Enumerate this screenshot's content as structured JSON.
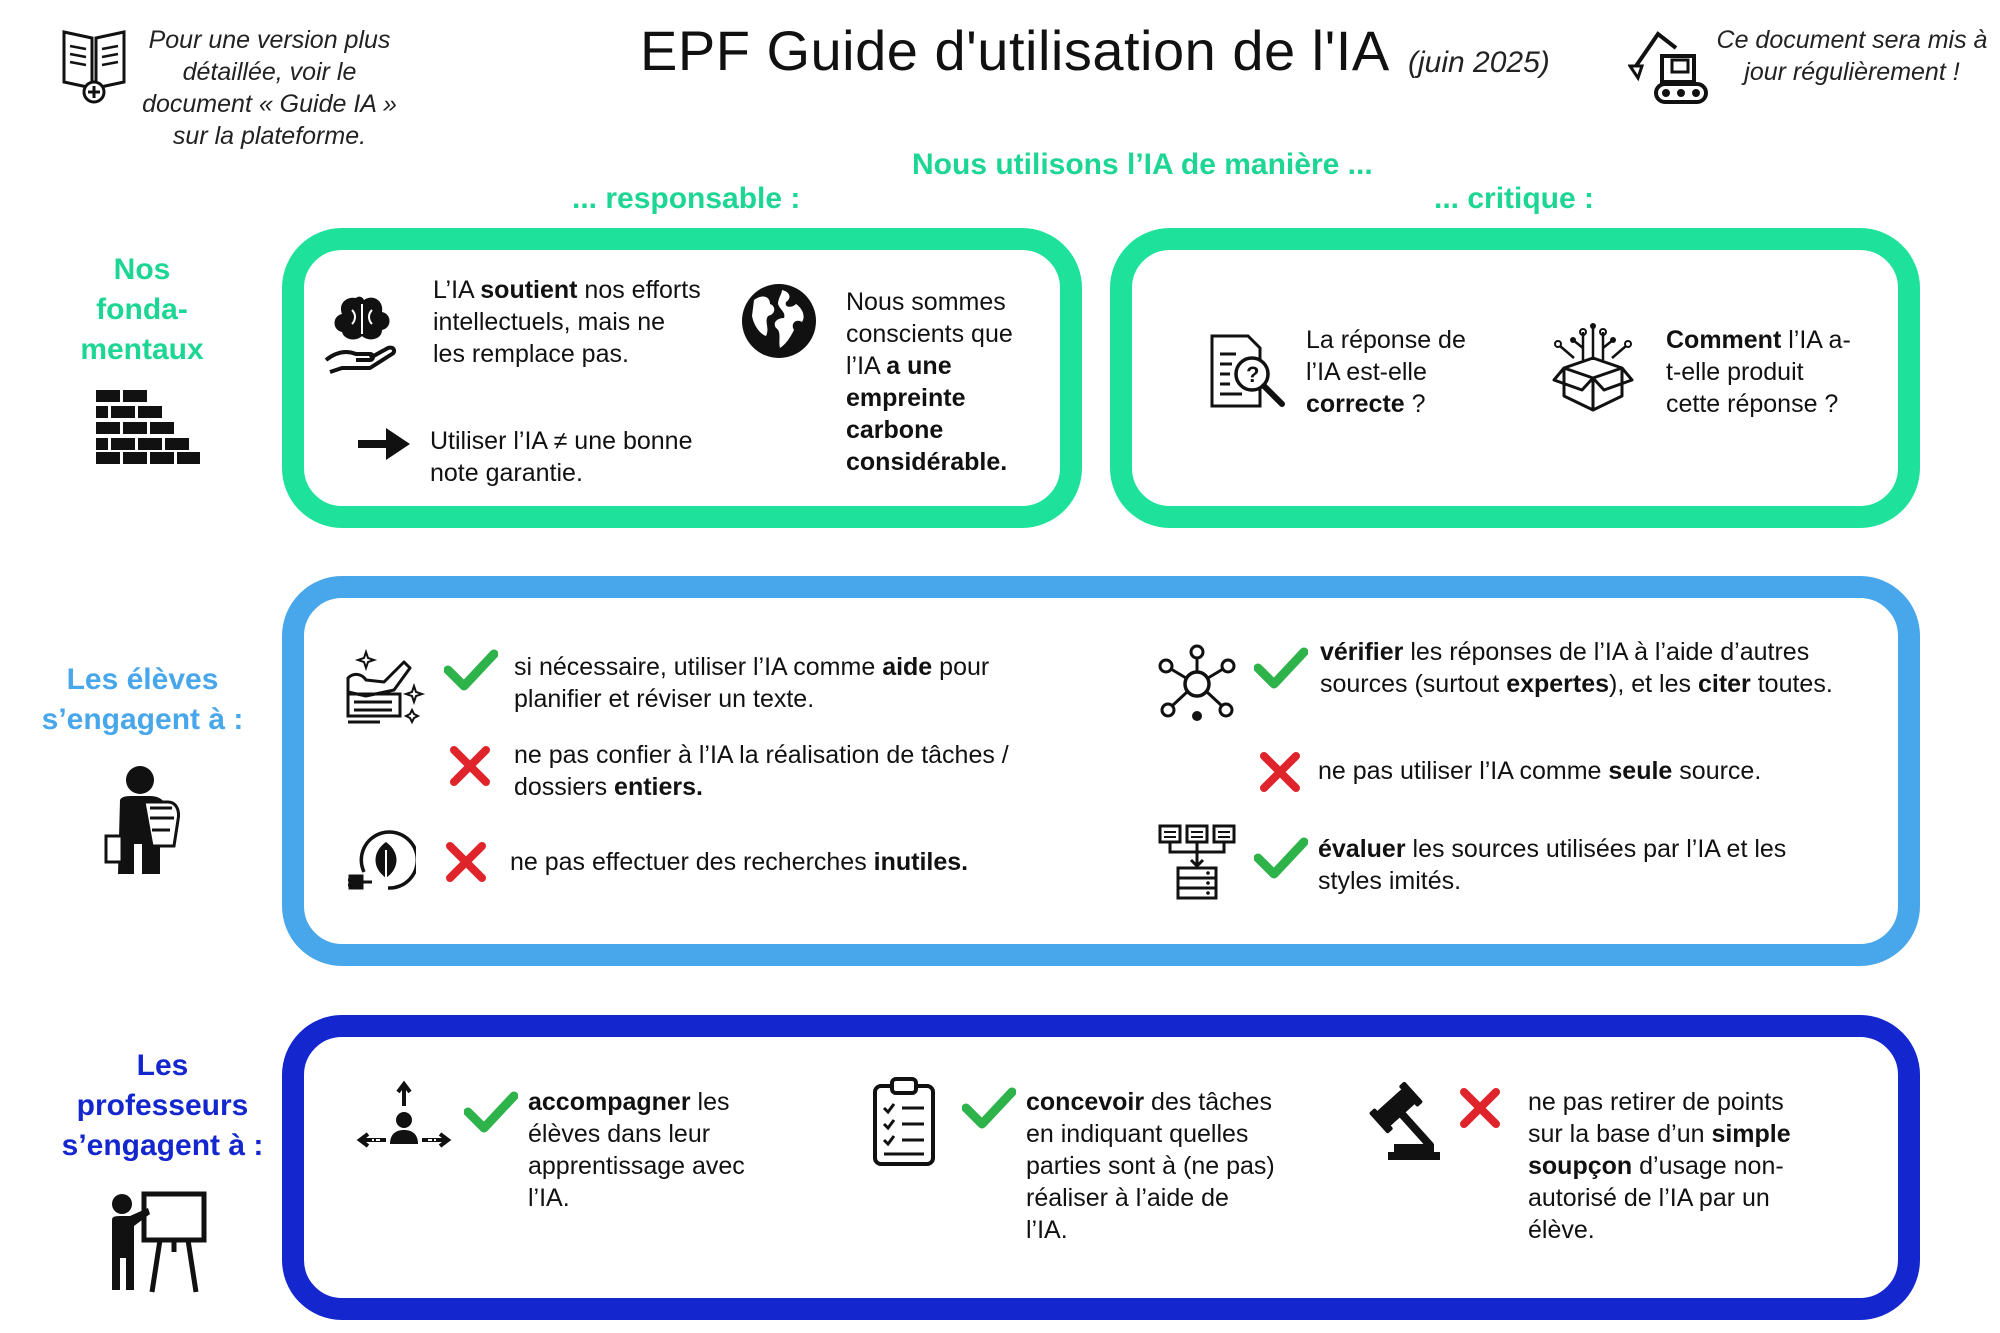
{
  "header": {
    "title": "EPF Guide d'utilisation de l'IA",
    "date": "(juin 2025)",
    "left_note": "Pour une version plus détaillée, voir le document « Guide IA » sur la plateforme.",
    "right_note": "Ce document sera mis à jour régulièrement !"
  },
  "intro": "Nous utilisons l’IA de manière ...",
  "columns": {
    "left": "... responsable :",
    "right": "... critique :"
  },
  "rows": {
    "fondamentaux": {
      "label": [
        "Nos",
        "fonda-",
        "mentaux"
      ]
    },
    "eleves": {
      "label": [
        "Les élèves",
        "s’engagent à :"
      ]
    },
    "professeurs": {
      "label": [
        "Les",
        "professeurs",
        "s’engagent à :"
      ]
    }
  },
  "fondamentaux": {
    "soutient": {
      "a": "L’IA ",
      "b": "soutient",
      "c": " nos efforts intellectuels, mais ne les remplace pas."
    },
    "note": "Utiliser l’IA ≠ une bonne note garantie.",
    "carbone": {
      "a": "Nous sommes conscients que l’IA ",
      "b": "a une empreinte carbone considérable."
    },
    "correcte": {
      "a": "La réponse de l’IA est-elle ",
      "b": "correcte",
      "c": " ?"
    },
    "comment": {
      "a": "Comment",
      "b": " l’IA a-t-elle produit cette réponse ?"
    }
  },
  "eleves": {
    "aide": {
      "a": "si nécessaire, utiliser l’IA comme ",
      "b": "aide",
      "c": " pour planifier et réviser un texte."
    },
    "confier": {
      "a": "ne pas confier à l’IA la réalisation de tâches / dossiers ",
      "b": "entiers."
    },
    "recherches": {
      "a": "ne pas effectuer des recherches ",
      "b": "inutiles."
    },
    "verifier": {
      "a": "vérifier",
      "b": " les réponses de l’IA à l’aide d’autres sources (surtout ",
      "c": "expertes",
      "d": "), et les ",
      "e": "citer",
      "f": " toutes."
    },
    "seule": {
      "a": "ne pas utiliser l’IA comme ",
      "b": "seule",
      "c": " source."
    },
    "evaluer": {
      "a": "évaluer",
      "b": " les sources utilisées par l’IA et les styles imités."
    }
  },
  "professeurs": {
    "accompagner": {
      "a": "accompagner",
      "b": " les élèves dans leur apprentissage avec l’IA."
    },
    "concevoir": {
      "a": "concevoir",
      "b": " des tâches en indiquant quelles parties sont à (ne pas) réaliser à l’aide de l’IA."
    },
    "retirer": {
      "a": "ne pas retirer de points sur la base d’un ",
      "b": "simple soupçon",
      "c": " d’usage non-autorisé de l’IA par un élève."
    }
  },
  "colors": {
    "green": "#1ee29b",
    "light_blue": "#48a6ea",
    "dark_blue": "#1427cf",
    "check": "#2db34a",
    "cross": "#e0242b"
  },
  "icons": [
    "book-plus-icon",
    "excavator-icon",
    "brain-hand-icon",
    "arrow-right-icon",
    "globe-icon",
    "document-search-icon",
    "box-circuit-icon",
    "brick-wall-icon",
    "student-icon",
    "writing-sparkle-icon",
    "leaf-plug-icon",
    "network-icon",
    "server-diagram-icon",
    "directions-person-icon",
    "clipboard-checklist-icon",
    "gavel-icon",
    "teacher-board-icon",
    "check-icon",
    "cross-icon"
  ]
}
